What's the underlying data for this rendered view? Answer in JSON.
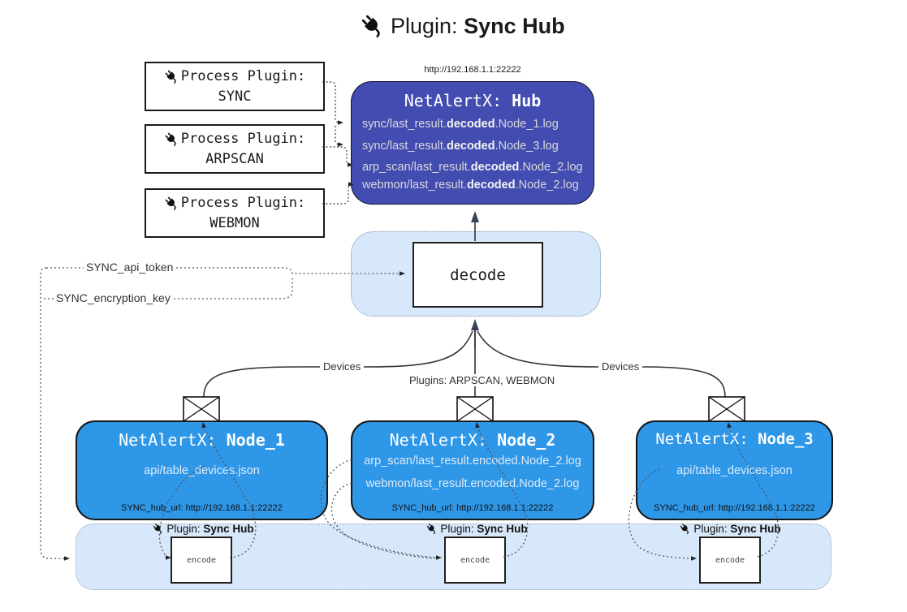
{
  "title": {
    "prefix": "Plugin: ",
    "name": "Sync Hub"
  },
  "process_plugins": [
    {
      "label": "Process Plugin:",
      "name": "SYNC"
    },
    {
      "label": "Process Plugin:",
      "name": "ARPSCAN"
    },
    {
      "label": "Process Plugin:",
      "name": "WEBMON"
    }
  ],
  "hub": {
    "url": "http://192.168.1.1:22222",
    "title_prefix": "NetAlertX: ",
    "title_name": "Hub",
    "logs": [
      {
        "pre": "sync/last_result.",
        "mid": "decoded",
        "post": ".Node_1.log"
      },
      {
        "pre": "sync/last_result.",
        "mid": "decoded",
        "post": ".Node_3.log"
      },
      {
        "pre": "arp_scan/last_result.",
        "mid": "decoded",
        "post": ".Node_2.log"
      },
      {
        "pre": "webmon/last_result.",
        "mid": "decoded",
        "post": ".Node_2.log"
      }
    ]
  },
  "decode_label": "decode",
  "keys": {
    "api_token": "SYNC_api_token",
    "encryption_key": "SYNC_encryption_key"
  },
  "edges": {
    "devices_left": "Devices",
    "plugins_mid": "Plugins: ARPSCAN, WEBMON",
    "devices_right": "Devices"
  },
  "nodes": [
    {
      "title_prefix": "NetAlertX: ",
      "title_name": "Node_1",
      "files": [
        "api/table_devices.json"
      ],
      "hub_url": "SYNC_hub_url: http://192.168.1.1:22222"
    },
    {
      "title_prefix": "NetAlertX: ",
      "title_name": "Node_2",
      "files": [
        "arp_scan/last_result.encoded.Node_2.log",
        "webmon/last_result.encoded.Node_2.log"
      ],
      "hub_url": "SYNC_hub_url: http://192.168.1.1:22222"
    },
    {
      "title_prefix": "NetAlertX: ",
      "title_name": "Node_3",
      "files": [
        "api/table_devices.json"
      ],
      "hub_url": "SYNC_hub_url: http://192.168.1.1:22222"
    }
  ],
  "encoders": [
    {
      "label_prefix": "Plugin: ",
      "label_name": "Sync Hub",
      "box_label": "encode"
    },
    {
      "label_prefix": "Plugin: ",
      "label_name": "Sync Hub",
      "box_label": "encode"
    },
    {
      "label_prefix": "Plugin: ",
      "label_name": "Sync Hub",
      "box_label": "encode"
    }
  ],
  "colors": {
    "hub_fill": "#434CB0",
    "node_fill": "#2E97E8",
    "band_fill": "#D7E8FA",
    "wire_dark": "#333333",
    "wire_dotted": "#555555",
    "arrow_slate": "#36455c"
  }
}
